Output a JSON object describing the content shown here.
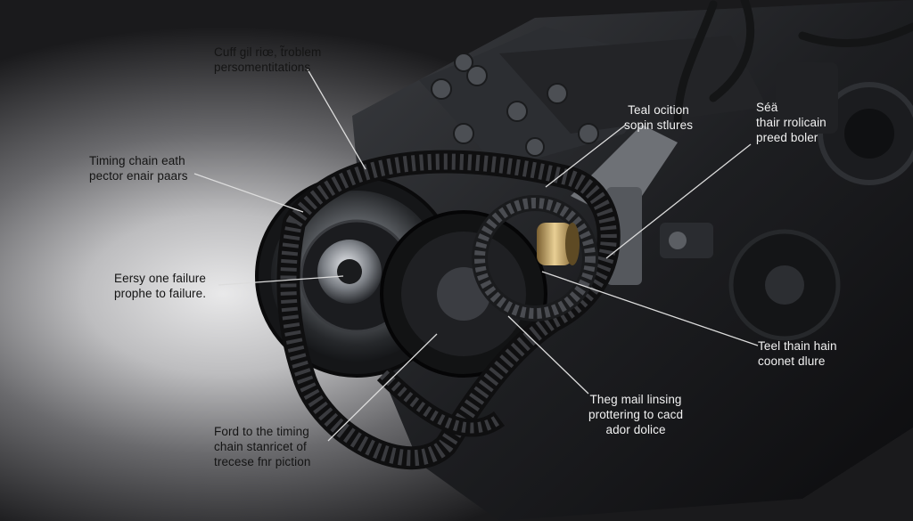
{
  "annotations": [
    {
      "id": "top-left",
      "text": "Cuff gil riœ, t̃roblem\npersomentitations"
    },
    {
      "id": "timing-chain",
      "text": "Timing chain eath\npector enair paars"
    },
    {
      "id": "failure",
      "text": "Eersy one failure\nprophe to failure."
    },
    {
      "id": "ford",
      "text": "Ford to the timing\nchain stanricet of\ntrecese fnr piction"
    },
    {
      "id": "teal-ocition",
      "text": "Teal ocition\nsopin stlures"
    },
    {
      "id": "seta",
      "text": "Séä\nthair rrolicain\npreed boler"
    },
    {
      "id": "teel-thain",
      "text": "Teel thain hain\ncoonet dlure"
    },
    {
      "id": "theg-mail",
      "text": "Theg mail linsing\nprottering to cacd\nador dolice"
    }
  ],
  "colors": {
    "background": "#0b0b0d",
    "spotlight": "#e9e9ea",
    "leader_line": "#dcdcdc",
    "label_dark": "#141414",
    "label_light": "#f2f2f2",
    "chain": "#1c1c1e",
    "metal": "#8a8d92",
    "brass": "#c9a86a"
  }
}
